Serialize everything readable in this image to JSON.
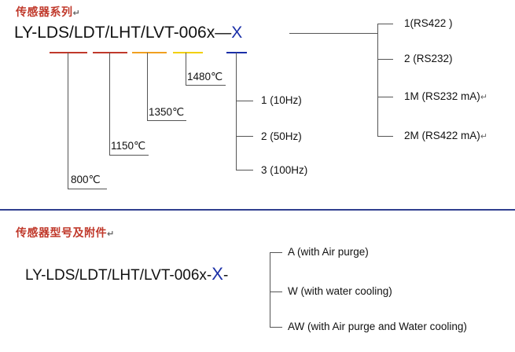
{
  "series_section": {
    "heading": "传感器系列",
    "model_prefix": "LY-LDS/LDT/LHT/LVT-006x—",
    "model_suffix": "X",
    "temperatures": [
      "1480℃",
      "1350℃",
      "1150℃",
      "800℃"
    ],
    "frequencies": [
      "1 (10Hz)",
      "2 (50Hz)",
      "3 (100Hz)"
    ],
    "outputs": [
      "1(RS422 )",
      "2 (RS232)",
      "1M (RS232 mA)",
      "2M (RS422 mA)"
    ],
    "bar_colors": [
      "#c0392b",
      "#c0392b",
      "#f0a020",
      "#f2d000",
      "#1a2fa8"
    ]
  },
  "accessory_section": {
    "heading": "传感器型号及附件",
    "model_prefix": "LY-LDS/LDT/LHT/LVT-006x-",
    "model_suffix": "X",
    "model_tail": "-",
    "options": [
      "A (with Air purge)",
      "W (with water cooling)",
      "AW (with Air purge and Water cooling)"
    ]
  },
  "return_mark": "↵"
}
